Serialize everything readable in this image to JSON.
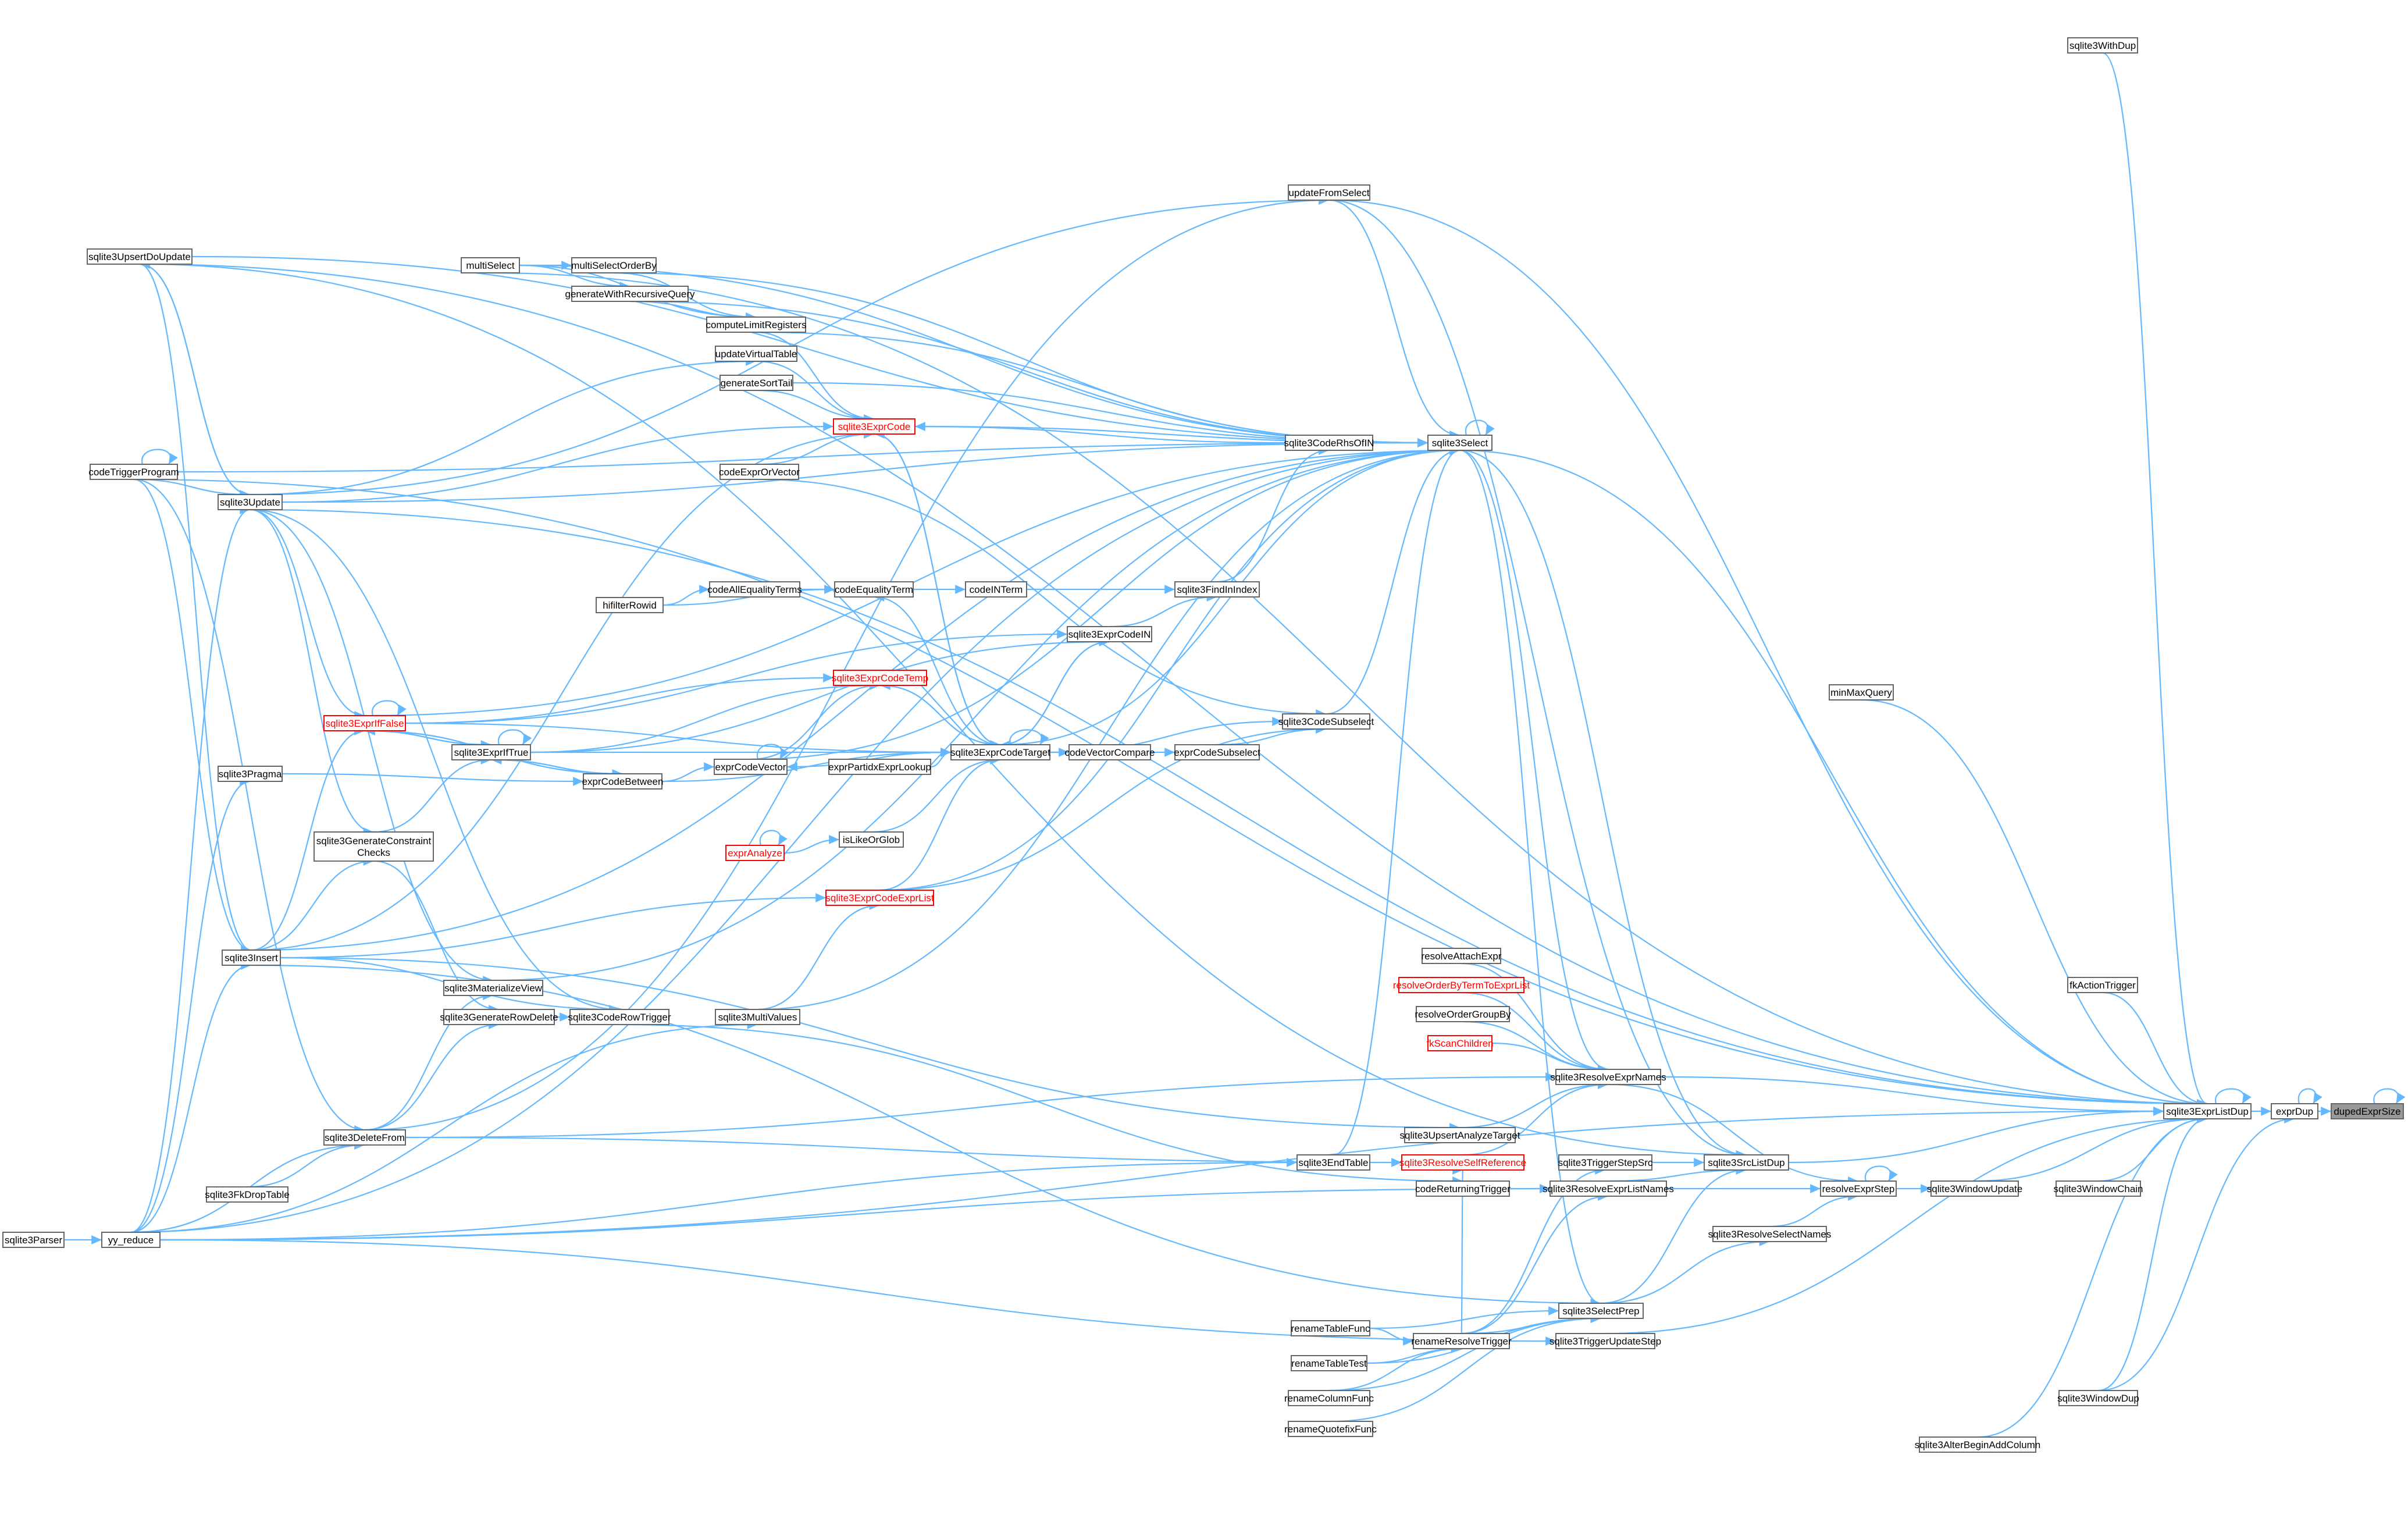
{
  "diagram": {
    "kind": "call graph",
    "colors": {
      "edge": "#63b8ff",
      "node_border": "#666666",
      "node_highlight_fill": "#999999",
      "node_red": "#ff0000"
    },
    "nodes": {
      "duplicateSize": {
        "label": "dupedExprSize",
        "style": "highlight"
      },
      "exprDup": {
        "label": "exprDup"
      },
      "sqlite3ExprListDup": {
        "label": "sqlite3ExprListDup"
      },
      "sqlite3WithDup": {
        "label": "sqlite3WithDup"
      },
      "minMaxQuery": {
        "label": "minMaxQuery"
      },
      "fkActionTrigger": {
        "label": "fkActionTrigger"
      },
      "sqlite3WindowUpdate": {
        "label": "sqlite3WindowUpdate"
      },
      "sqlite3WindowChain": {
        "label": "sqlite3WindowChain"
      },
      "sqlite3WindowDup": {
        "label": "sqlite3WindowDup"
      },
      "sqlite3AlterBeginAddColumn": {
        "label": "sqlite3AlterBeginAddColumn"
      },
      "sqlite3SrcListDup": {
        "label": "sqlite3SrcListDup"
      },
      "resolveExprStep": {
        "label": "resolveExprStep"
      },
      "sqlite3ResolveSelectNames": {
        "label": "sqlite3ResolveSelectNames"
      },
      "sqlite3TriggerStepSrc": {
        "label": "sqlite3TriggerStepSrc"
      },
      "sqlite3ResolveExprListNames": {
        "label": "sqlite3ResolveExprListNames"
      },
      "sqlite3SelectPrep": {
        "label": "sqlite3SelectPrep"
      },
      "sqlite3TriggerUpdateStep": {
        "label": "sqlite3TriggerUpdateStep"
      },
      "sqlite3ResolveExprNames": {
        "label": "sqlite3ResolveExprNames"
      },
      "sqlite3UpsertAnalyzeTarget": {
        "label": "sqlite3UpsertAnalyzeTarget"
      },
      "sqlite3ResolveSelfReference": {
        "label": "sqlite3ResolveSelfReference",
        "style": "red"
      },
      "codeReturningTrigger": {
        "label": "codeReturningTrigger"
      },
      "resolveAttachExpr": {
        "label": "resolveAttachExpr"
      },
      "resolveOrderByTermToExprList": {
        "label": "resolveOrderByTermToExprList",
        "style": "red"
      },
      "resolveOrderGroupBy": {
        "label": "resolveOrderGroupBy"
      },
      "fkScanChildren": {
        "label": "fkScanChildren",
        "style": "red"
      },
      "renameTableFunc": {
        "label": "renameTableFunc"
      },
      "renameResolveTrigger": {
        "label": "renameResolveTrigger"
      },
      "renameTableTest": {
        "label": "renameTableTest"
      },
      "renameColumnFunc": {
        "label": "renameColumnFunc"
      },
      "renameQuotefixFunc": {
        "label": "renameQuotefixFunc"
      },
      "sqlite3EndTable": {
        "label": "sqlite3EndTable"
      },
      "sqlite3Select": {
        "label": "sqlite3Select"
      },
      "updateFromSelect": {
        "label": "updateFromSelect"
      },
      "sqlite3CodeRhsOfIN": {
        "label": "sqlite3CodeRhsOfIN"
      },
      "sqlite3FindInIndex": {
        "label": "sqlite3FindInIndex"
      },
      "sqlite3CodeSubselect": {
        "label": "sqlite3CodeSubselect"
      },
      "exprCodeSubselect": {
        "label": "exprCodeSubselect"
      },
      "exprCodeVector": {
        "label": "exprCodeVector"
      },
      "codeINTerm": {
        "label": "codeINTerm"
      },
      "codeEqualityTerm": {
        "label": "codeEqualityTerm"
      },
      "codeAllEqualityTerms": {
        "label": "codeAllEqualityTerms"
      },
      "whereRowid": {
        "label": "hifilterRowid"
      },
      "sqlite3ExprCodeIN": {
        "label": "sqlite3ExprCodeIN"
      },
      "sqlite3ExprCodeTemp": {
        "label": "sqlite3ExprCodeTemp",
        "style": "red"
      },
      "sqlite3ExprCodeTarget": {
        "label": "sqlite3ExprCodeTarget"
      },
      "exprPartidxExprLookup": {
        "label": "exprPartidxExprLookup"
      },
      "exprCodeVectorCompare": {
        "label": "codeVectorCompare"
      },
      "sqlite3ExprCode": {
        "label": "sqlite3ExprCode",
        "style": "red"
      },
      "codeExprOrVector": {
        "label": "codeExprOrVector"
      },
      "generateSortTail": {
        "label": "generateSortTail"
      },
      "updateVirtualTable": {
        "label": "updateVirtualTable"
      },
      "computeLimitRegisters": {
        "label": "computeLimitRegisters"
      },
      "generateWithRecursiveQuery": {
        "label": "generateWithRecursiveQuery"
      },
      "multiSelectOrderBy": {
        "label": "multiSelectOrderBy"
      },
      "multiSelect": {
        "label": "multiSelect"
      },
      "sqlite3ExprIfFalse": {
        "label": "sqlite3ExprIfFalse",
        "style": "red"
      },
      "sqlite3ExprIfTrue": {
        "label": "sqlite3ExprIfTrue"
      },
      "exprCodeBetween": {
        "label": "exprCodeBetween"
      },
      "exprAnalyze": {
        "label": "exprAnalyze",
        "style": "red"
      },
      "isLikeOrGlob": {
        "label": "isLikeOrGlob"
      },
      "sqlite3ExprCodeExprList": {
        "label": "sqlite3ExprCodeExprList",
        "style": "red"
      },
      "sqlite3MultiValues": {
        "label": "sqlite3MultiValues"
      },
      "sqlite3CodeRowTrigger": {
        "label": "sqlite3CodeRowTrigger"
      },
      "sqlite3MaterializeView": {
        "label": "sqlite3MaterializeView"
      },
      "sqlite3GenerateRowDelete": {
        "label": "sqlite3GenerateRowDelete"
      },
      "sqlite3GenerateConstraintChecks": {
        "label": [
          "sqlite3GenerateConstraint",
          "Checks"
        ]
      },
      "sqlite3DeleteFrom": {
        "label": "sqlite3DeleteFrom"
      },
      "sqlite3FkDropTable": {
        "label": "sqlite3FkDropTable"
      },
      "sqlite3Insert": {
        "label": "sqlite3Insert"
      },
      "sqlite3Pragma": {
        "label": "sqlite3Pragma"
      },
      "sqlite3Update": {
        "label": "sqlite3Update"
      },
      "codeTriggerProgram": {
        "label": "codeTriggerProgram"
      },
      "sqlite3UpsertDoUpdate": {
        "label": "sqlite3UpsertDoUpdate"
      },
      "yy_reduce": {
        "label": "yy_reduce"
      },
      "sqlite3Parser": {
        "label": "sqlite3Parser"
      }
    },
    "edges": [
      [
        "exprDup",
        "duplicateSize"
      ],
      [
        "duplicateSize",
        "duplicateSize"
      ],
      [
        "exprDup",
        "exprDup"
      ],
      [
        "sqlite3ExprListDup",
        "exprDup"
      ],
      [
        "sqlite3WindowDup",
        "exprDup"
      ],
      [
        "sqlite3ExprListDup",
        "sqlite3ExprListDup"
      ],
      [
        "sqlite3WithDup",
        "sqlite3ExprListDup"
      ],
      [
        "minMaxQuery",
        "sqlite3ExprListDup"
      ],
      [
        "fkActionTrigger",
        "sqlite3ExprListDup"
      ],
      [
        "sqlite3WindowUpdate",
        "sqlite3ExprListDup"
      ],
      [
        "sqlite3WindowChain",
        "sqlite3ExprListDup"
      ],
      [
        "sqlite3WindowDup",
        "sqlite3ExprListDup"
      ],
      [
        "sqlite3AlterBeginAddColumn",
        "sqlite3ExprListDup"
      ],
      [
        "sqlite3SrcListDup",
        "sqlite3ExprListDup"
      ],
      [
        "sqlite3TriggerUpdateStep",
        "sqlite3ExprListDup"
      ],
      [
        "sqlite3Select",
        "sqlite3ExprListDup"
      ],
      [
        "updateFromSelect",
        "sqlite3ExprListDup"
      ],
      [
        "sqlite3UpsertDoUpdate",
        "sqlite3ExprListDup"
      ],
      [
        "codeTriggerProgram",
        "sqlite3ExprListDup"
      ],
      [
        "sqlite3Update",
        "sqlite3ExprListDup"
      ],
      [
        "multiSelect",
        "sqlite3ExprListDup"
      ],
      [
        "sqlite3ResolveExprNames",
        "sqlite3ExprListDup"
      ],
      [
        "yy_reduce",
        "sqlite3ExprListDup"
      ],
      [
        "resolveExprStep",
        "sqlite3WindowUpdate"
      ],
      [
        "resolveExprStep",
        "resolveExprStep"
      ],
      [
        "sqlite3ResolveExprNames",
        "resolveExprStep"
      ],
      [
        "sqlite3ResolveExprListNames",
        "resolveExprStep"
      ],
      [
        "sqlite3ResolveSelectNames",
        "resolveExprStep"
      ],
      [
        "sqlite3SelectPrep",
        "sqlite3ResolveSelectNames"
      ],
      [
        "sqlite3TriggerStepSrc",
        "sqlite3SrcListDup"
      ],
      [
        "sqlite3ResolveExprListNames",
        "sqlite3SrcListDup"
      ],
      [
        "sqlite3SelectPrep",
        "sqlite3SrcListDup"
      ],
      [
        "sqlite3Select",
        "sqlite3SrcListDup"
      ],
      [
        "updateFromSelect",
        "sqlite3SrcListDup"
      ],
      [
        "sqlite3UpsertDoUpdate",
        "sqlite3SrcListDup"
      ],
      [
        "codeReturningTrigger",
        "sqlite3ResolveExprListNames"
      ],
      [
        "renameResolveTrigger",
        "sqlite3ResolveExprListNames"
      ],
      [
        "yy_reduce",
        "sqlite3ResolveExprListNames"
      ],
      [
        "sqlite3Select",
        "sqlite3SelectPrep"
      ],
      [
        "renameTableFunc",
        "sqlite3SelectPrep"
      ],
      [
        "renameResolveTrigger",
        "sqlite3SelectPrep"
      ],
      [
        "renameTableTest",
        "sqlite3SelectPrep"
      ],
      [
        "renameColumnFunc",
        "sqlite3SelectPrep"
      ],
      [
        "renameQuotefixFunc",
        "sqlite3SelectPrep"
      ],
      [
        "sqlite3Insert",
        "sqlite3SelectPrep"
      ],
      [
        "renameResolveTrigger",
        "sqlite3TriggerStepSrc"
      ],
      [
        "renameTableFunc",
        "renameResolveTrigger"
      ],
      [
        "renameTableTest",
        "renameResolveTrigger"
      ],
      [
        "renameColumnFunc",
        "renameResolveTrigger"
      ],
      [
        "yy_reduce",
        "sqlite3TriggerUpdateStep"
      ],
      [
        "resolveAttachExpr",
        "sqlite3ResolveExprNames"
      ],
      [
        "resolveOrderByTermToExprList",
        "sqlite3ResolveExprNames"
      ],
      [
        "resolveOrderGroupBy",
        "sqlite3ResolveExprNames"
      ],
      [
        "fkScanChildren",
        "sqlite3ResolveExprNames"
      ],
      [
        "sqlite3UpsertAnalyzeTarget",
        "sqlite3ResolveExprNames"
      ],
      [
        "sqlite3ResolveSelfReference",
        "sqlite3ResolveExprNames"
      ],
      [
        "sqlite3Select",
        "sqlite3ResolveExprNames"
      ],
      [
        "sqlite3DeleteFrom",
        "sqlite3ResolveExprNames"
      ],
      [
        "sqlite3Insert",
        "sqlite3UpsertAnalyzeTarget"
      ],
      [
        "renameResolveTrigger",
        "sqlite3ResolveSelfReference"
      ],
      [
        "sqlite3DeleteFrom",
        "sqlite3ResolveSelfReference"
      ],
      [
        "sqlite3CodeRowTrigger",
        "codeReturningTrigger"
      ],
      [
        "yy_reduce",
        "sqlite3EndTable"
      ],
      [
        "sqlite3EndTable",
        "sqlite3Select"
      ],
      [
        "sqlite3Select",
        "sqlite3Select"
      ],
      [
        "updateFromSelect",
        "sqlite3Select"
      ],
      [
        "sqlite3CodeRhsOfIN",
        "sqlite3Select"
      ],
      [
        "sqlite3CodeSubselect",
        "sqlite3Select"
      ],
      [
        "multiSelect",
        "sqlite3Select"
      ],
      [
        "multiSelectOrderBy",
        "sqlite3Select"
      ],
      [
        "generateWithRecursiveQuery",
        "sqlite3Select"
      ],
      [
        "computeLimitRegisters",
        "sqlite3Select"
      ],
      [
        "generateSortTail",
        "sqlite3Select"
      ],
      [
        "sqlite3ExprCode",
        "sqlite3Select"
      ],
      [
        "sqlite3Insert",
        "sqlite3Select"
      ],
      [
        "sqlite3Update",
        "sqlite3Select"
      ],
      [
        "sqlite3MaterializeView",
        "sqlite3Select"
      ],
      [
        "sqlite3MultiValues",
        "sqlite3Select"
      ],
      [
        "sqlite3ExprIfFalse",
        "sqlite3Select"
      ],
      [
        "codeTriggerProgram",
        "sqlite3Select"
      ],
      [
        "sqlite3UpsertDoUpdate",
        "sqlite3Select"
      ],
      [
        "yy_reduce",
        "sqlite3Select"
      ],
      [
        "sqlite3ExprCodeTarget",
        "sqlite3Select"
      ],
      [
        "sqlite3ExprCodeExprList",
        "sqlite3Select"
      ],
      [
        "exprCodeVector",
        "sqlite3Select"
      ],
      [
        "sqlite3Update",
        "updateFromSelect"
      ],
      [
        "sqlite3DeleteFrom",
        "updateFromSelect"
      ],
      [
        "sqlite3FindInIndex",
        "sqlite3CodeRhsOfIN"
      ],
      [
        "codeINTerm",
        "sqlite3FindInIndex"
      ],
      [
        "sqlite3ExprCodeIN",
        "sqlite3FindInIndex"
      ],
      [
        "codeEqualityTerm",
        "codeINTerm"
      ],
      [
        "codeAllEqualityTerms",
        "codeEqualityTerm"
      ],
      [
        "whereRowid",
        "codeEqualityTerm"
      ],
      [
        "whereRowid",
        "codeAllEqualityTerms"
      ],
      [
        "exprCodeSubselect",
        "sqlite3CodeSubselect"
      ],
      [
        "sqlite3ExprCodeTarget",
        "sqlite3CodeSubselect"
      ],
      [
        "sqlite3ExprCodeExprList",
        "sqlite3CodeSubselect"
      ],
      [
        "codeExprOrVector",
        "sqlite3CodeSubselect"
      ],
      [
        "exprCodeVectorCompare",
        "exprCodeSubselect"
      ],
      [
        "sqlite3ExprCodeTarget",
        "exprCodeVectorCompare"
      ],
      [
        "sqlite3ExprCodeTarget",
        "sqlite3ExprCodeIN"
      ],
      [
        "sqlite3ExprCodeTarget",
        "sqlite3ExprCodeTemp"
      ],
      [
        "sqlite3ExprCodeTarget",
        "sqlite3ExprCode"
      ],
      [
        "sqlite3ExprCodeTarget",
        "sqlite3ExprCodeTarget"
      ],
      [
        "sqlite3ExprCodeTarget",
        "codeEqualityTerm"
      ],
      [
        "sqlite3ExprCodeTarget",
        "exprCodeVector"
      ],
      [
        "exprCodeBetween",
        "sqlite3ExprCodeTarget"
      ],
      [
        "exprPartidxExprLookup",
        "sqlite3ExprCodeTarget"
      ],
      [
        "isLikeOrGlob",
        "sqlite3ExprCodeTarget"
      ],
      [
        "sqlite3ExprCodeExprList",
        "sqlite3ExprCodeTarget"
      ],
      [
        "sqlite3ExprCode",
        "sqlite3ExprCodeTarget"
      ],
      [
        "sqlite3ExprCodeTemp",
        "sqlite3ExprCodeTarget"
      ],
      [
        "sqlite3ExprIfFalse",
        "sqlite3ExprCodeTarget"
      ],
      [
        "sqlite3ExprIfTrue",
        "sqlite3ExprCodeTarget"
      ],
      [
        "sqlite3ExprCodeIN",
        "sqlite3ExprCodeTarget"
      ],
      [
        "sqlite3ExprIfFalse",
        "sqlite3ExprCodeIN"
      ],
      [
        "sqlite3ExprIfTrue",
        "sqlite3ExprCodeIN"
      ],
      [
        "exprCodeVector",
        "sqlite3ExprCodeTemp"
      ],
      [
        "sqlite3ExprIfFalse",
        "sqlite3ExprCodeTemp"
      ],
      [
        "sqlite3ExprIfTrue",
        "sqlite3ExprCodeTemp"
      ],
      [
        "exprCodeBetween",
        "exprCodeVector"
      ],
      [
        "exprCodeVector",
        "exprCodeVector"
      ],
      [
        "codeExprOrVector",
        "sqlite3ExprCode"
      ],
      [
        "generateSortTail",
        "sqlite3ExprCode"
      ],
      [
        "updateVirtualTable",
        "sqlite3ExprCode"
      ],
      [
        "computeLimitRegisters",
        "sqlite3ExprCode"
      ],
      [
        "sqlite3Update",
        "sqlite3ExprCode"
      ],
      [
        "sqlite3Insert",
        "sqlite3ExprCode"
      ],
      [
        "sqlite3CodeRhsOfIN",
        "sqlite3ExprCode"
      ],
      [
        "multiSelect",
        "computeLimitRegisters"
      ],
      [
        "multiSelectOrderBy",
        "computeLimitRegisters"
      ],
      [
        "generateWithRecursiveQuery",
        "computeLimitRegisters"
      ],
      [
        "multiSelect",
        "generateWithRecursiveQuery"
      ],
      [
        "multiSelect",
        "multiSelectOrderBy"
      ],
      [
        "sqlite3Update",
        "updateVirtualTable"
      ],
      [
        "exprAnalyze",
        "isLikeOrGlob"
      ],
      [
        "exprAnalyze",
        "exprAnalyze"
      ],
      [
        "sqlite3ExprIfFalse",
        "sqlite3ExprIfFalse"
      ],
      [
        "sqlite3ExprIfTrue",
        "sqlite3ExprIfTrue"
      ],
      [
        "sqlite3ExprIfTrue",
        "sqlite3ExprIfFalse"
      ],
      [
        "sqlite3ExprIfFalse",
        "sqlite3ExprIfTrue"
      ],
      [
        "exprCodeBetween",
        "sqlite3ExprIfFalse"
      ],
      [
        "exprCodeBetween",
        "sqlite3ExprIfTrue"
      ],
      [
        "sqlite3ExprIfFalse",
        "exprCodeBetween"
      ],
      [
        "sqlite3ExprIfTrue",
        "exprCodeBetween"
      ],
      [
        "sqlite3Pragma",
        "exprCodeBetween"
      ],
      [
        "sqlite3GenerateConstraintChecks",
        "sqlite3ExprIfTrue"
      ],
      [
        "sqlite3Update",
        "sqlite3ExprIfFalse"
      ],
      [
        "sqlite3Insert",
        "sqlite3ExprIfFalse"
      ],
      [
        "sqlite3MultiValues",
        "sqlite3ExprCodeExprList"
      ],
      [
        "sqlite3Insert",
        "sqlite3ExprCodeExprList"
      ],
      [
        "yy_reduce",
        "sqlite3MultiValues"
      ],
      [
        "sqlite3Insert",
        "sqlite3CodeRowTrigger"
      ],
      [
        "sqlite3GenerateRowDelete",
        "sqlite3CodeRowTrigger"
      ],
      [
        "sqlite3Update",
        "sqlite3CodeRowTrigger"
      ],
      [
        "sqlite3DeleteFrom",
        "sqlite3MaterializeView"
      ],
      [
        "sqlite3Update",
        "sqlite3MaterializeView"
      ],
      [
        "sqlite3DeleteFrom",
        "sqlite3GenerateRowDelete"
      ],
      [
        "sqlite3GenerateConstraintChecks",
        "sqlite3GenerateRowDelete"
      ],
      [
        "sqlite3Insert",
        "sqlite3GenerateConstraintChecks"
      ],
      [
        "sqlite3Update",
        "sqlite3GenerateConstraintChecks"
      ],
      [
        "yy_reduce",
        "sqlite3DeleteFrom"
      ],
      [
        "sqlite3FkDropTable",
        "sqlite3DeleteFrom"
      ],
      [
        "codeTriggerProgram",
        "sqlite3DeleteFrom"
      ],
      [
        "yy_reduce",
        "sqlite3Insert"
      ],
      [
        "codeTriggerProgram",
        "sqlite3Insert"
      ],
      [
        "yy_reduce",
        "sqlite3Pragma"
      ],
      [
        "yy_reduce",
        "sqlite3Update"
      ],
      [
        "codeTriggerProgram",
        "sqlite3Update"
      ],
      [
        "sqlite3UpsertDoUpdate",
        "sqlite3Update"
      ],
      [
        "codeTriggerProgram",
        "codeTriggerProgram"
      ],
      [
        "sqlite3Update",
        "sqlite3UpsertDoUpdate"
      ],
      [
        "sqlite3Insert",
        "sqlite3UpsertDoUpdate"
      ],
      [
        "sqlite3Parser",
        "yy_reduce"
      ]
    ]
  }
}
